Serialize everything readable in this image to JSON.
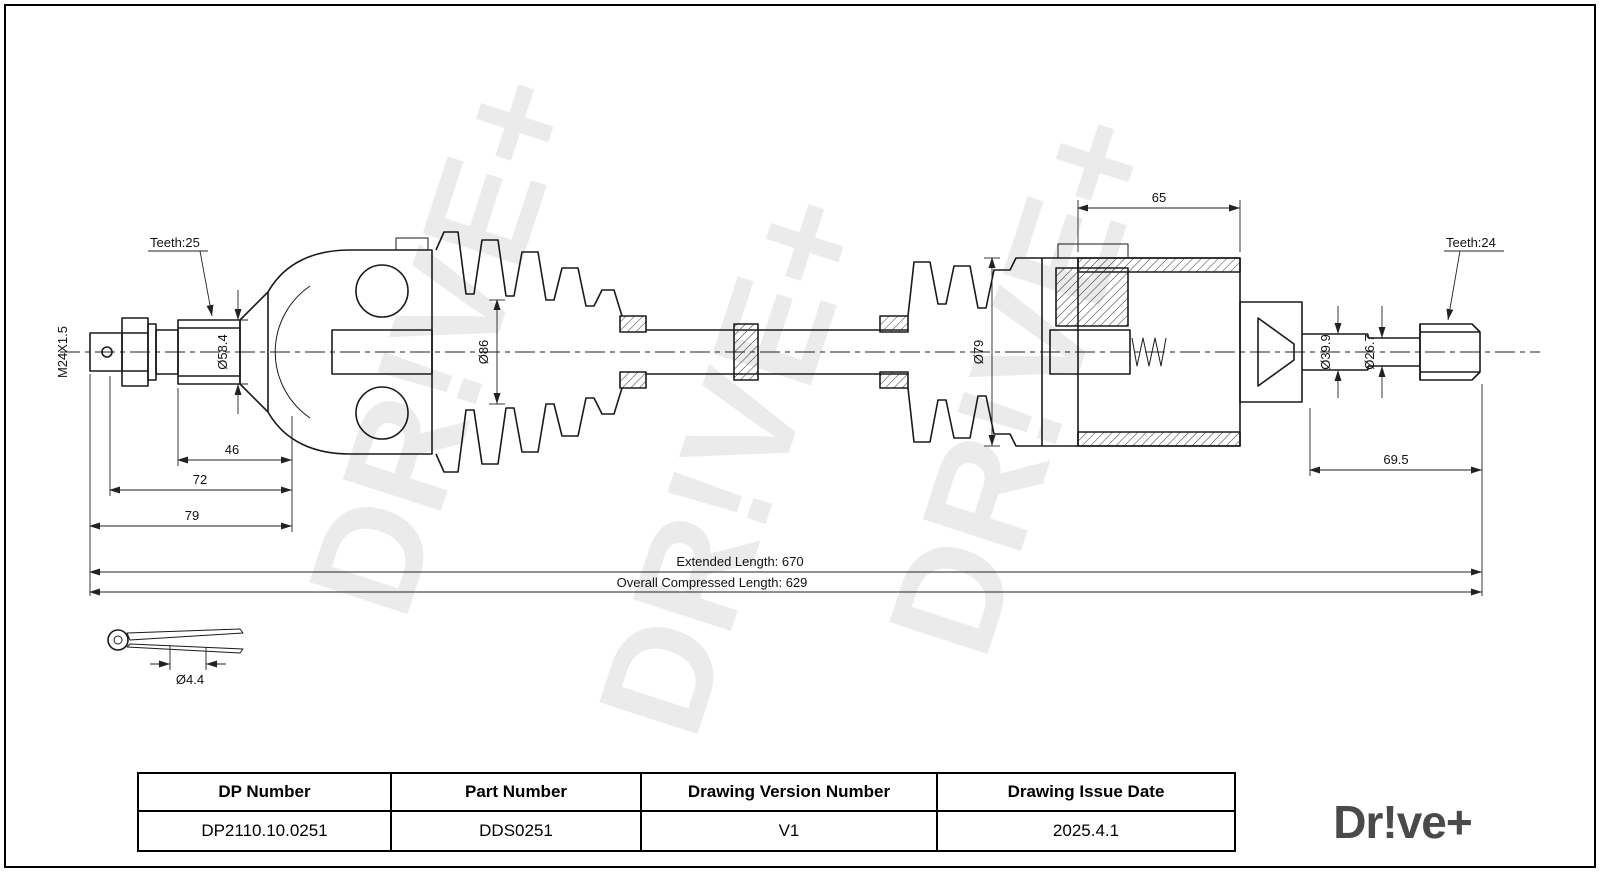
{
  "drawing": {
    "watermark": "DR!VE+",
    "labels": {
      "teeth_left": "Teeth:25",
      "thread_left": "M24X1.5",
      "spline_od": "Ø58.4",
      "boot_left_od": "Ø86",
      "boot_right_od": "Ø79",
      "housing_length": "65",
      "shaft_od": "Ø39.9",
      "stub_od": "Ø26.7",
      "teeth_right": "Teeth:24",
      "spline_len": "46",
      "nut_len": "72",
      "stub_len": "79",
      "stub_right_len": "69.5",
      "extended_length": "Extended  Length: 670",
      "compressed_length": "Overall  Compressed  Length: 629",
      "pin_dia": "Ø4.4"
    }
  },
  "title_block": {
    "headers": [
      "DP Number",
      "Part Number",
      "Drawing Version Number",
      "Drawing Issue Date"
    ],
    "values": [
      "DP2110.10.0251",
      "DDS0251",
      "V1",
      "2025.4.1"
    ]
  },
  "logo": {
    "text": "Dr!ve+"
  }
}
